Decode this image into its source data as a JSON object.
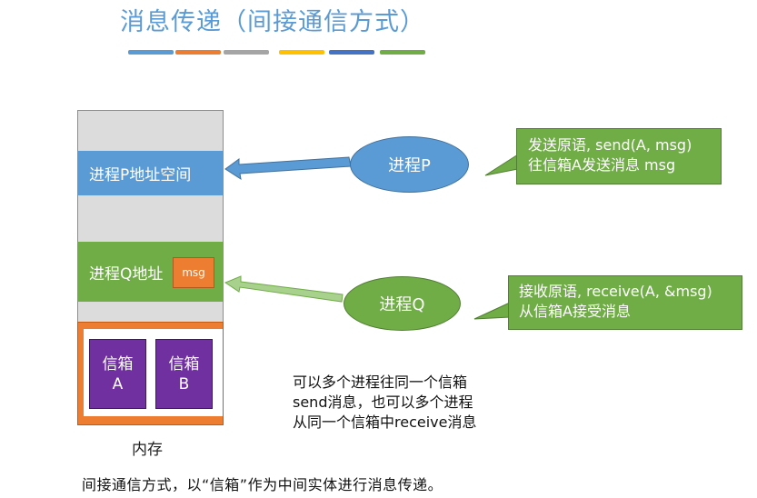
{
  "title": "消息传递（间接通信方式）",
  "title_bar_colors": [
    "#5b9bd5",
    "#ed7d31",
    "#a5a5a5",
    "#ffc000",
    "#4472c4",
    "#70ad47"
  ],
  "memory": {
    "label": "内存",
    "region_p_label": "进程P地址空间",
    "region_q_label": "进程Q地址",
    "msg_label": "msg",
    "mailbox_a": {
      "line1": "信箱",
      "line2": "A"
    },
    "mailbox_b": {
      "line1": "信箱",
      "line2": "B"
    }
  },
  "process_p": "进程P",
  "process_q": "进程Q",
  "callout_send": {
    "line1": "发送原语, send(A, msg)",
    "line2": "往信箱A发送消息 msg"
  },
  "callout_receive": {
    "line1": "接收原语, receive(A, &msg)",
    "line2": "从信箱A接受消息"
  },
  "explanation": {
    "line1": "可以多个进程往同一个信箱",
    "line2": "send消息，也可以多个进程",
    "line3": "从同一个信箱中receive消息"
  },
  "caption": "间接通信方式，以“信箱”作为中间实体进行消息传递。",
  "colors": {
    "blue": "#5b9bd5",
    "green": "#70ad47",
    "orange": "#ed7d31",
    "purple": "#7030a0",
    "gray": "#dcdcdc"
  }
}
